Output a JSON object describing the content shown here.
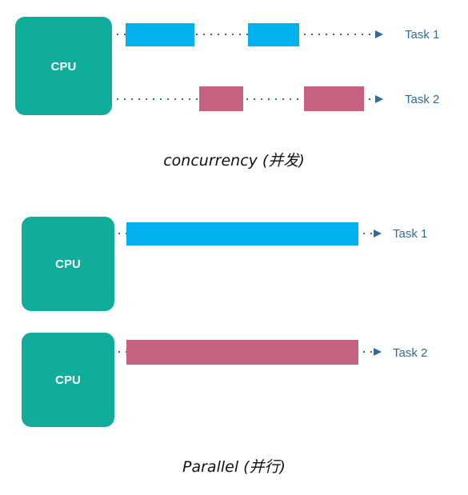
{
  "colors": {
    "cpu": "#10ae9a",
    "task1": "#00b1ed",
    "task2": "#c4627f",
    "arrow": "#2e6c9b"
  },
  "concurrency": {
    "cpu_label": "CPU",
    "task1_label": "Task 1",
    "task2_label": "Task 2",
    "caption": "concurrency (并发)"
  },
  "parallel": {
    "cpu1_label": "CPU",
    "cpu2_label": "CPU",
    "task1_label": "Task 1",
    "task2_label": "Task 2",
    "caption": "Parallel (并行)"
  }
}
